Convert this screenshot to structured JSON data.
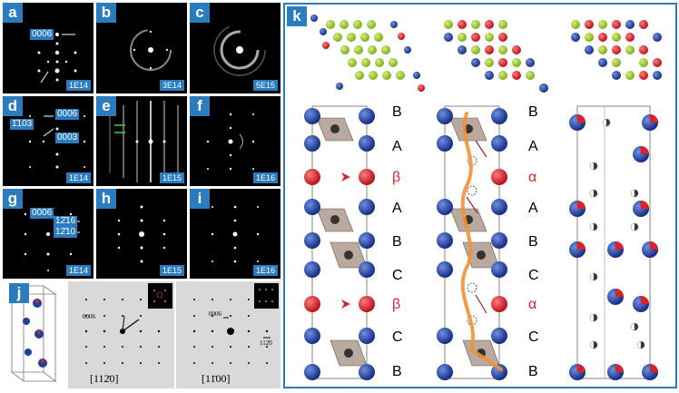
{
  "panels": {
    "a": {
      "label": "a",
      "dose": "1E14",
      "index": "0006"
    },
    "b": {
      "label": "b",
      "dose": "3E14"
    },
    "c": {
      "label": "c",
      "dose": "5E15"
    },
    "d": {
      "label": "d",
      "dose": "1E14",
      "index_left": "1̄103",
      "index_top": "0006",
      "index_mid": "0003"
    },
    "e": {
      "label": "e",
      "dose": "1E15"
    },
    "f": {
      "label": "f",
      "dose": "1E16"
    },
    "g": {
      "label": "g",
      "dose": "1E14",
      "index_left": "0006",
      "index_r1": "12̄16",
      "index_r2": "12̄10"
    },
    "h": {
      "label": "h",
      "dose": "1E15"
    },
    "i": {
      "label": "i",
      "dose": "1E16"
    },
    "j": {
      "label": "j",
      "sim1_zone": "[112̄0]",
      "sim1_index": "0006",
      "sim2_zone": "[11̄00]",
      "sim2_index_a": "0006",
      "sim2_index_b": "112̄0"
    },
    "k": {
      "label": "k"
    }
  },
  "stacking": {
    "col1": [
      "B",
      "A",
      "β",
      "A",
      "B",
      "C",
      "β",
      "C",
      "B"
    ],
    "col2": [
      "B",
      "A",
      "α",
      "A",
      "B",
      "C",
      "α",
      "C",
      "B"
    ]
  },
  "colors": {
    "accent": "#2b7bbf",
    "blue_atom": "#1f3f9e",
    "red_atom": "#d8232a",
    "green_atom": "#9acd32",
    "orange_path": "#f0923a"
  }
}
